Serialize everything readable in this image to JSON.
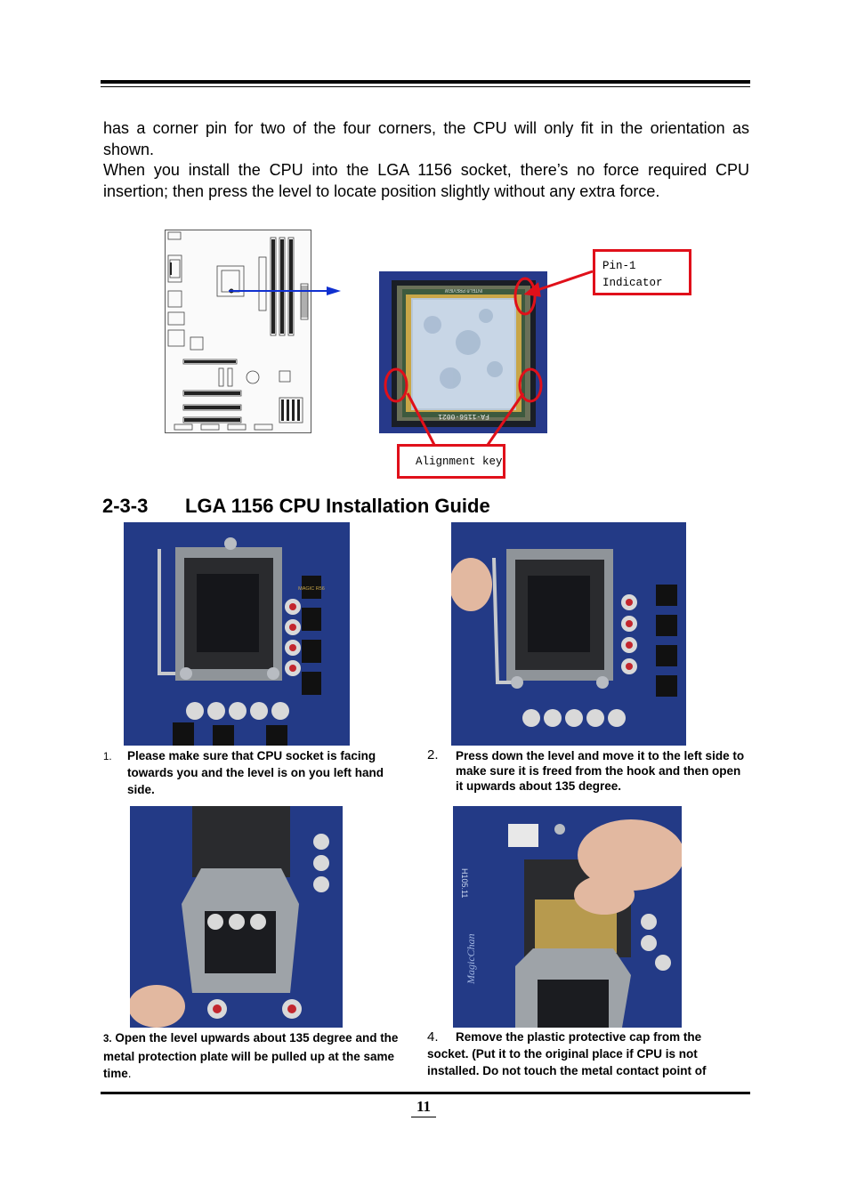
{
  "intro": {
    "paragraph_1": "has a corner pin for two of the four corners, the CPU will only fit in the orientation as shown.",
    "paragraph_2": "When you install the CPU into the LGA 1156 socket, there’s no force required CPU insertion; then press the level to locate position slightly without any extra force."
  },
  "figure": {
    "pin1_label": "Pin-1\nIndicator",
    "alignment_label": "Alignment key",
    "cpu_marking_top": "INTEL® PREVIEW",
    "cpu_marking_bottom": "FA-1156-0021",
    "callout_color": "#e0101a",
    "arrow_color": "#1030d0"
  },
  "section": {
    "number": "2-3-3",
    "title": "LGA 1156 CPU Installation Guide"
  },
  "steps": [
    {
      "number": "1.",
      "text": "Please make sure that CPU socket is facing towards you and the level is on you left hand side."
    },
    {
      "number": "2.",
      "text": "Press down the level and move it to the left side to make sure it is freed from the hook and then open it upwards about 135 degree."
    },
    {
      "number": "3.",
      "text": "Open the level upwards about 135 degree and the metal protection plate will be pulled up at the same time",
      "trailing": "."
    },
    {
      "number": "4.",
      "text": "Remove the plastic protective cap from the socket. (Put it to the original place if CPU is not installed. Do not touch the metal contact point of"
    }
  ],
  "photo_text": {
    "cap_label": "MAGIC R56",
    "board_label": "H105.11",
    "board_brand": "MagicChan"
  },
  "page_number": "11"
}
